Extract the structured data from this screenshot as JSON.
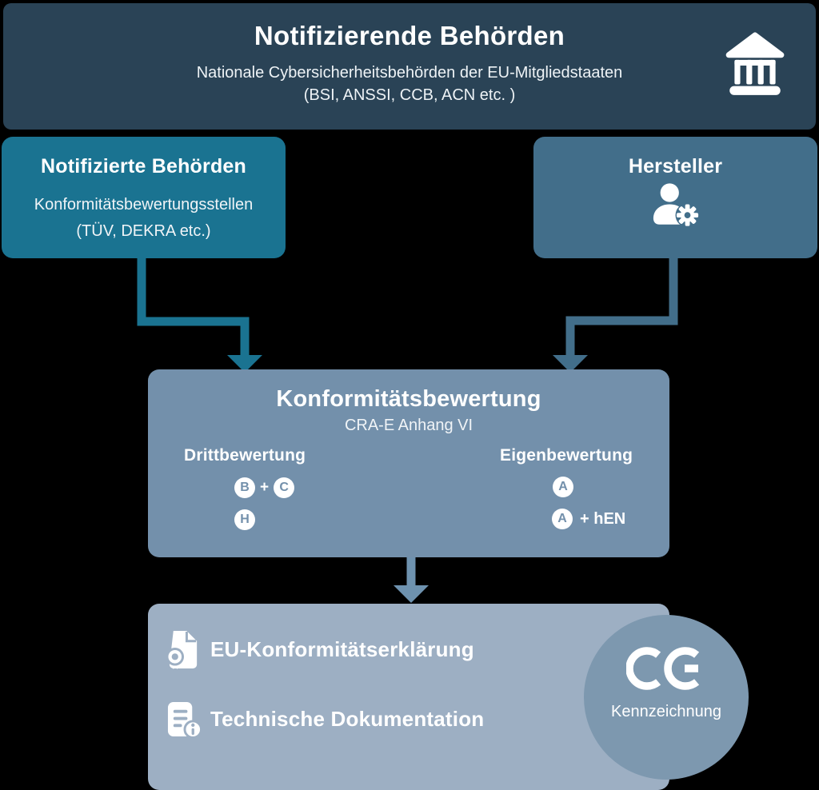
{
  "colors": {
    "background": "#000000",
    "banner": "#2a4356",
    "teal": "#1a7391",
    "steel": "#426e8a",
    "mid": "#7390ab",
    "mid_arrow": "#6e92af",
    "light": "#9dafc3",
    "circle": "#7d98af",
    "text": "#ffffff"
  },
  "banner": {
    "title": "Notifizierende Behörden",
    "subtitle_line1": "Nationale Cybersicherheitsbehörden der EU-Mitgliedstaaten",
    "subtitle_line2": "(BSI, ANSSI, CCB, ACN etc. )",
    "icon": "bank-icon"
  },
  "notified_bodies": {
    "title": "Notifizierte Behörden",
    "subtitle_line1": "Konformitätsbewertungsstellen",
    "subtitle_line2": "(TÜV, DEKRA etc.)"
  },
  "manufacturer": {
    "title": "Hersteller",
    "icon": "user-gear-icon"
  },
  "assessment": {
    "title": "Konformitätsbewertung",
    "subtitle": "CRA-E Anhang VI",
    "third_party": {
      "label": "Drittbewertung",
      "row1": {
        "badge1": "B",
        "plus": "+",
        "badge2": "C"
      },
      "row2": {
        "badge1": "H"
      }
    },
    "self_assessment": {
      "label": "Eigenbewertung",
      "row1": {
        "badge1": "A"
      },
      "row2": {
        "badge1": "A",
        "suffix": "+ hEN"
      }
    }
  },
  "results": {
    "declaration": "EU-Konformitätserklärung",
    "documentation": "Technische Dokumentation",
    "ce": {
      "mark": "CE",
      "label": "Kennzeichnung"
    }
  }
}
